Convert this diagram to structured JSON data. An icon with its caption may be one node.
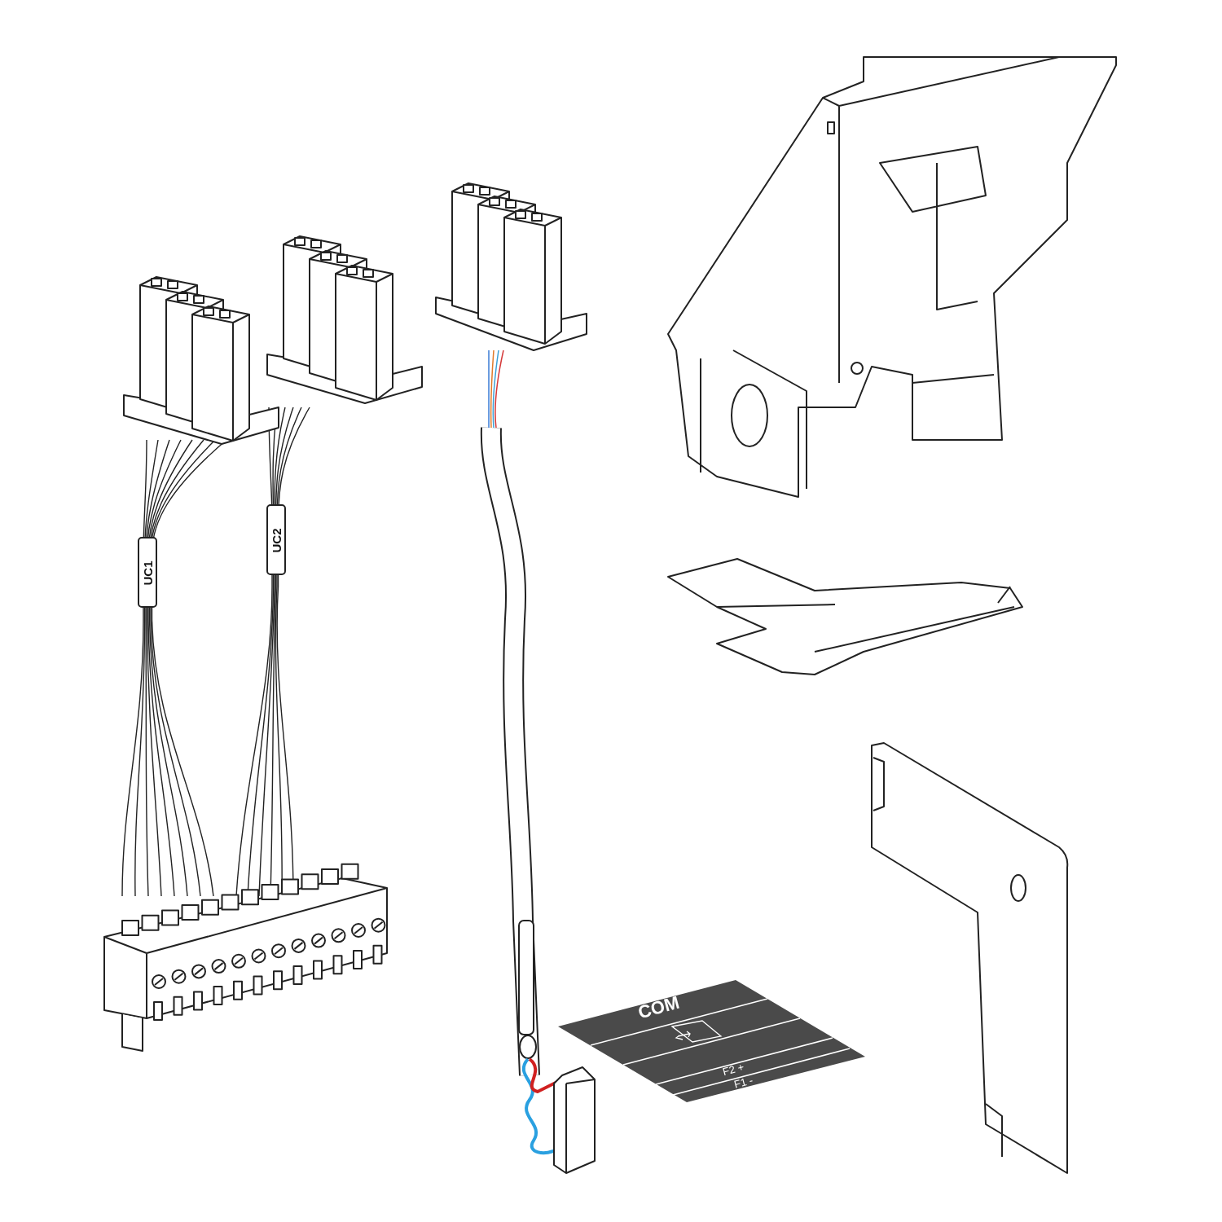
{
  "diagram": {
    "labels": [
      "UC1",
      "UC2",
      "COM",
      "F2 +",
      "F1 -"
    ]
  }
}
